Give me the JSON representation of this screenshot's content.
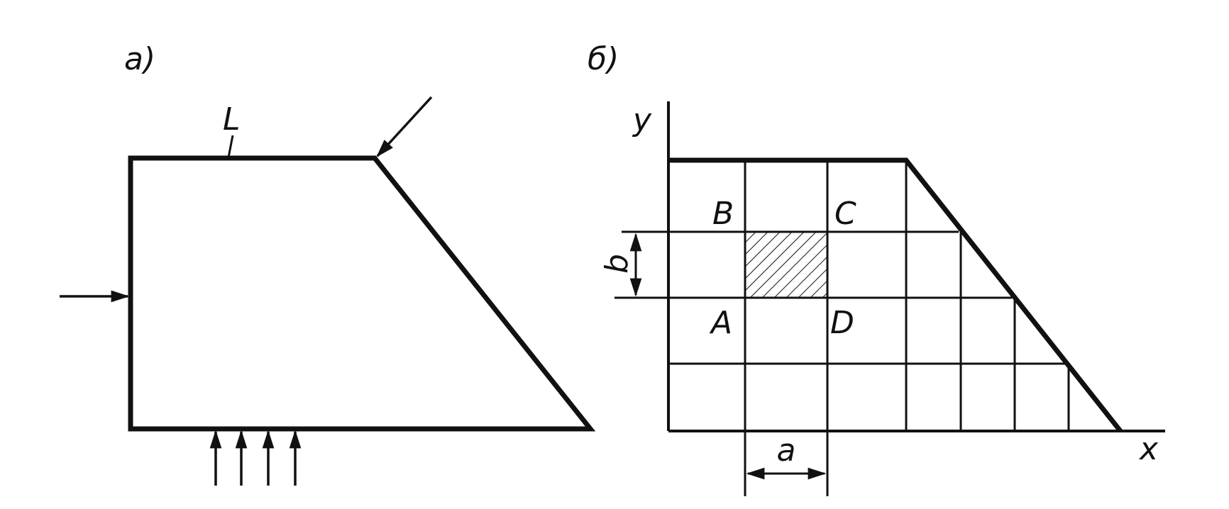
{
  "colors": {
    "ink": "#111111",
    "background": "#ffffff"
  },
  "panel_a": {
    "label": "a)",
    "boundary_label": "L"
  },
  "panel_b": {
    "label": "б)",
    "axis_y_label": "y",
    "axis_x_label": "x",
    "points": {
      "A": "A",
      "B": "B",
      "C": "C",
      "D": "D"
    },
    "dim_a_label": "a",
    "dim_b_label": "b"
  }
}
